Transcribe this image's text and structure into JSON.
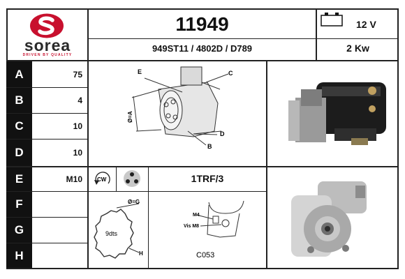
{
  "brand": {
    "name": "sorea",
    "tagline": "DRIVEN BY QUALITY",
    "color": "#c8102e"
  },
  "header": {
    "part_number": "11949",
    "references": "949ST11 / 4802D / D789",
    "voltage": "12 V",
    "power": "2 Kw"
  },
  "specs": [
    {
      "letter": "A",
      "value": "75"
    },
    {
      "letter": "B",
      "value": "4"
    },
    {
      "letter": "C",
      "value": "10"
    },
    {
      "letter": "D",
      "value": "10"
    },
    {
      "letter": "E",
      "value": "M10"
    },
    {
      "letter": "F",
      "value": ""
    },
    {
      "letter": "G",
      "value": ""
    },
    {
      "letter": "H",
      "value": ""
    }
  ],
  "diagram_labels": {
    "e": "E",
    "c": "C",
    "d": "D",
    "b": "B",
    "phi_a": "Ø=A"
  },
  "rotation": "CW",
  "mounting_code": "1TRF/3",
  "pinion": {
    "phi_g": "Ø=G",
    "teeth": "9dts",
    "h": "H"
  },
  "terminals": {
    "m4": "M4",
    "vis_m8": "Vis M8",
    "code": "C053"
  }
}
